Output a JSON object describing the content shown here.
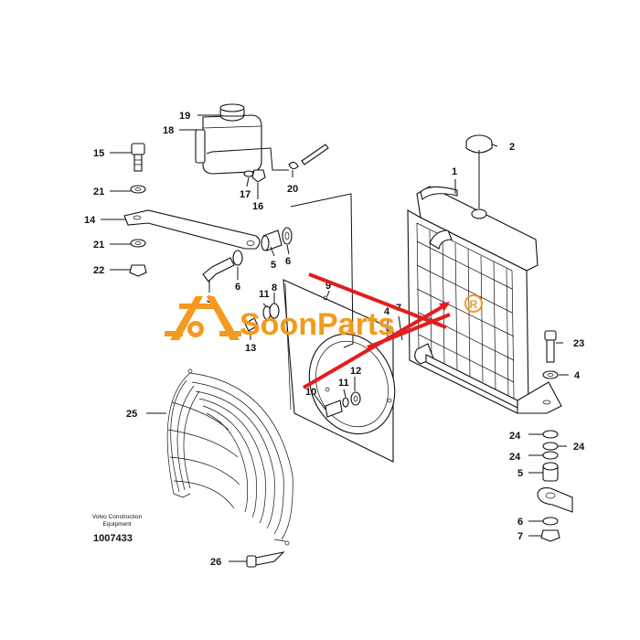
{
  "diagram": {
    "labels": {
      "n1": "1",
      "n2": "2",
      "n3": "3",
      "n4a": "4",
      "n4b": "4",
      "n5a": "5",
      "n5b": "5",
      "n6a": "6",
      "n6b": "6",
      "n7a": "7",
      "n7b": "7",
      "n8": "8",
      "n9": "9",
      "n10": "10",
      "n11a": "11",
      "n11b": "11",
      "n12": "12",
      "n13": "13",
      "n14": "14",
      "n15": "15",
      "n16": "16",
      "n17": "17",
      "n18": "18",
      "n19": "19",
      "n20": "20",
      "n21a": "21",
      "n21b": "21",
      "n22": "22",
      "n23": "23",
      "n24a": "24",
      "n24b": "24",
      "n24c": "24",
      "n25": "25",
      "n26": "26"
    },
    "footer": {
      "line1": "Volvo Construction",
      "line2": "Equipment",
      "code": "1007433"
    },
    "watermark": {
      "text": "SoonParts",
      "registered": "R",
      "color": "#f39a1f"
    },
    "arrow_color": "#e31d1d"
  }
}
